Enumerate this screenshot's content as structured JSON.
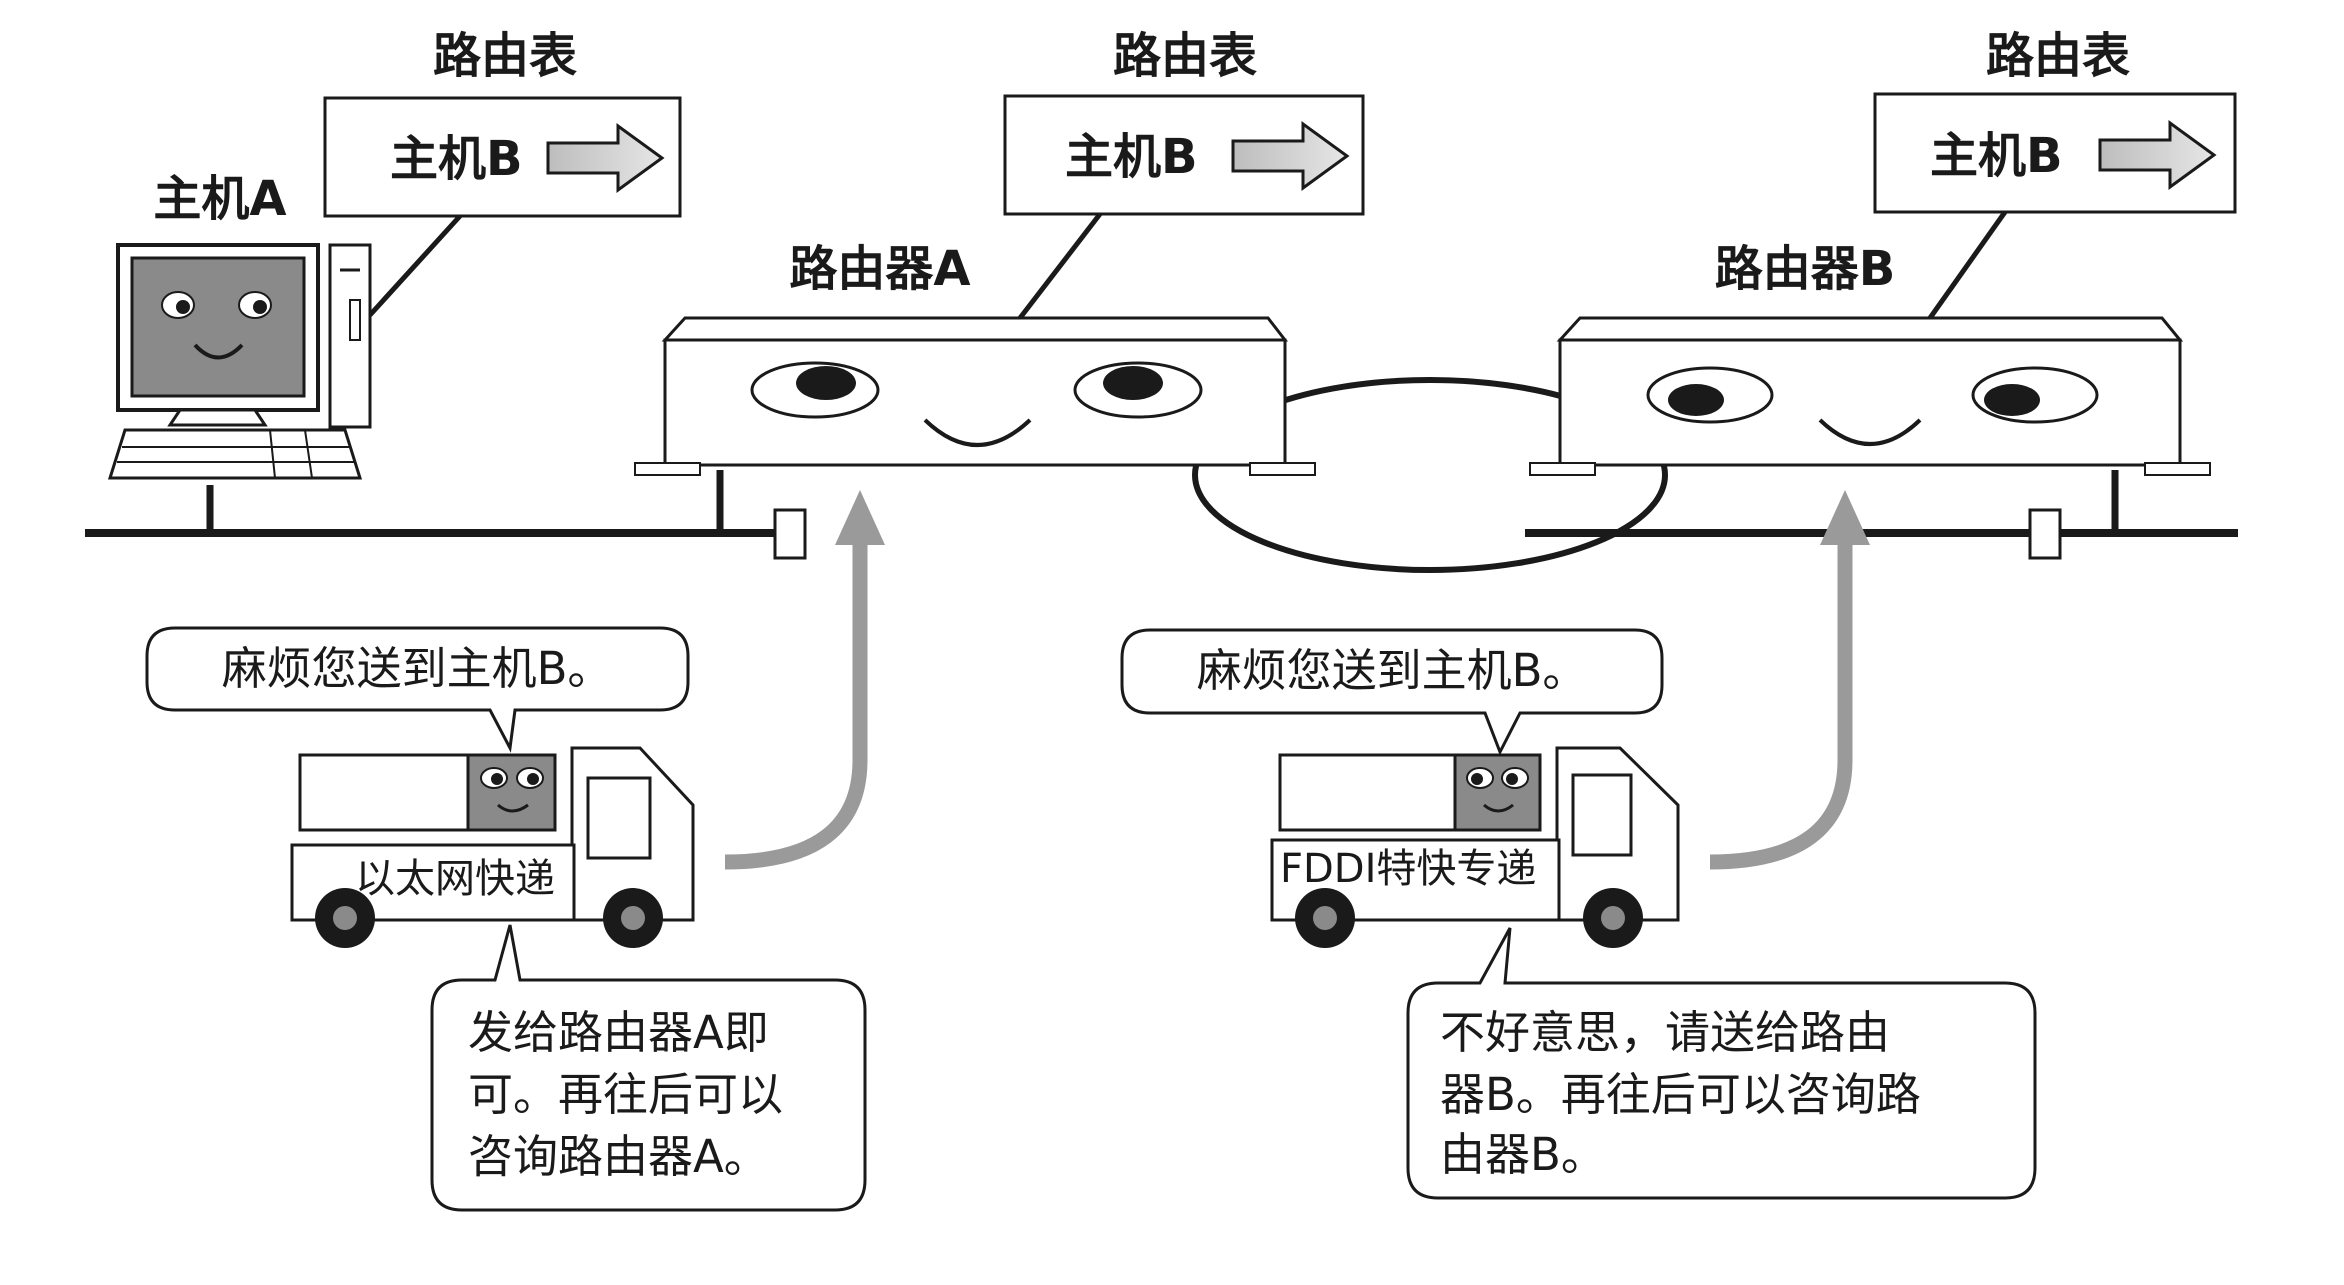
{
  "routing_tables": [
    {
      "title": "路由表",
      "entry": "主机B"
    },
    {
      "title": "路由表",
      "entry": "主机B"
    },
    {
      "title": "路由表",
      "entry": "主机B"
    }
  ],
  "host_a": {
    "label": "主机A"
  },
  "router_a": {
    "label": "路由器A"
  },
  "router_b": {
    "label": "路由器B"
  },
  "left_scene": {
    "request_bubble": "麻烦您送到主机B。",
    "truck_label": "以太网快递",
    "reply_lines": [
      "发给路由器A即",
      "可。再往后可以",
      "咨询路由器A。"
    ]
  },
  "right_scene": {
    "request_bubble": "麻烦您送到主机B。",
    "truck_label": "FDDI特快专递",
    "reply_lines": [
      "不好意思，请送给路由",
      "器B。再往后可以咨询路",
      "由器B。"
    ]
  },
  "colors": {
    "line": "#1a1a1a",
    "face": "#8a8a8a",
    "arrow": "#9a9a9a",
    "box": "#ffffff"
  }
}
